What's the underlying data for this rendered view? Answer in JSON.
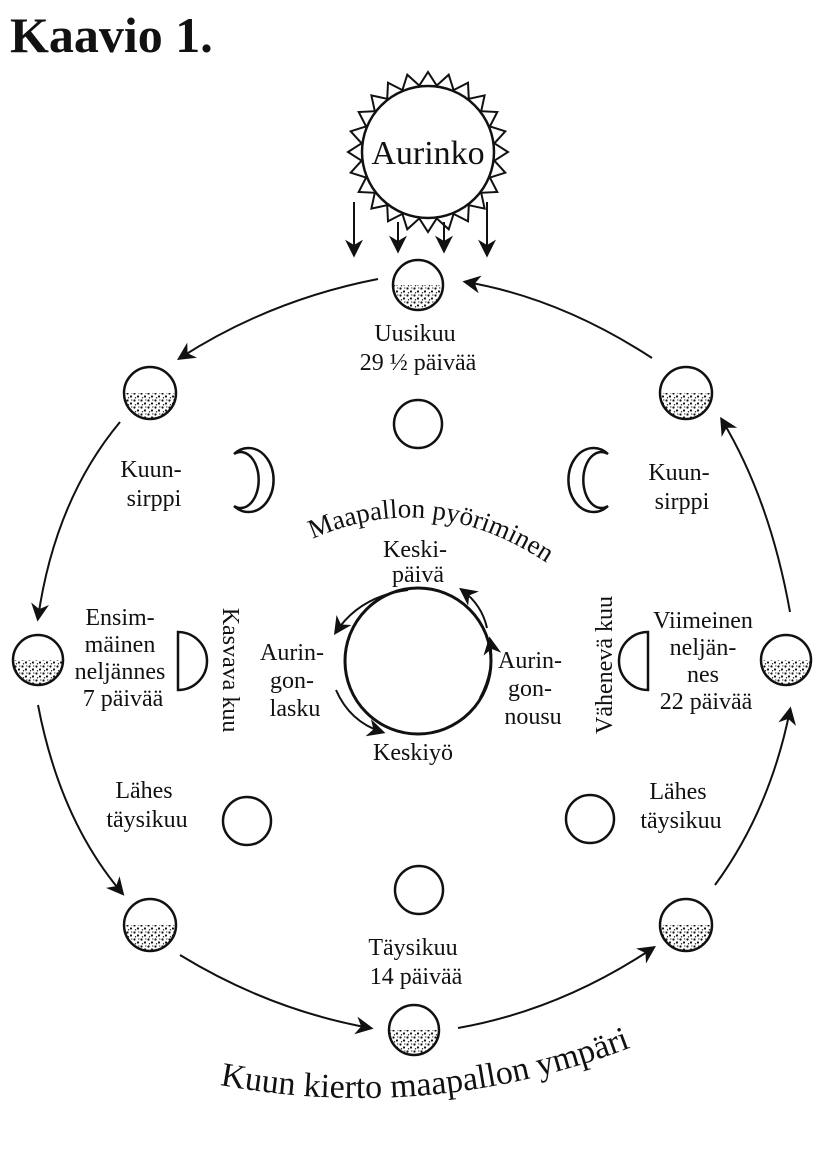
{
  "heading": "Kaavio 1.",
  "sun": {
    "label": "Aurinko"
  },
  "phases": {
    "new_moon": {
      "name": "Uusikuu",
      "days": "29 ½ päivää"
    },
    "full_moon": {
      "name": "Täysikuu",
      "days": "14 päivää"
    },
    "first_quarter": {
      "line1": "Ensim-",
      "line2": "mäinen",
      "line3": "neljännes",
      "days": "7 päivää"
    },
    "last_quarter": {
      "line1": "Viimeinen",
      "line2": "neljän-",
      "line3": "nes",
      "days": "22 päivää"
    },
    "waxing_crescent": {
      "line1": "Kuun-",
      "line2": "sirppi"
    },
    "waning_crescent": {
      "line1": "Kuun-",
      "line2": "sirppi"
    },
    "waxing_gibbous": {
      "line1": "Lähes",
      "line2": "täysikuu"
    },
    "waning_gibbous": {
      "line1": "Lähes",
      "line2": "täysikuu"
    }
  },
  "side_labels": {
    "waxing": "Kasvava kuu",
    "waning": "Vähenevä kuu"
  },
  "earth": {
    "rotation_title": "Maapallon pyöriminen",
    "noon": {
      "line1": "Keski-",
      "line2": "päivä"
    },
    "midnight": "Keskiyö",
    "sunset": {
      "line1": "Aurin-",
      "line2": "gon-",
      "line3": "lasku"
    },
    "sunrise": {
      "line1": "Aurin-",
      "line2": "gon-",
      "line3": "nousu"
    }
  },
  "orbit_caption": "Kuun kierto maapallon ympäri"
}
